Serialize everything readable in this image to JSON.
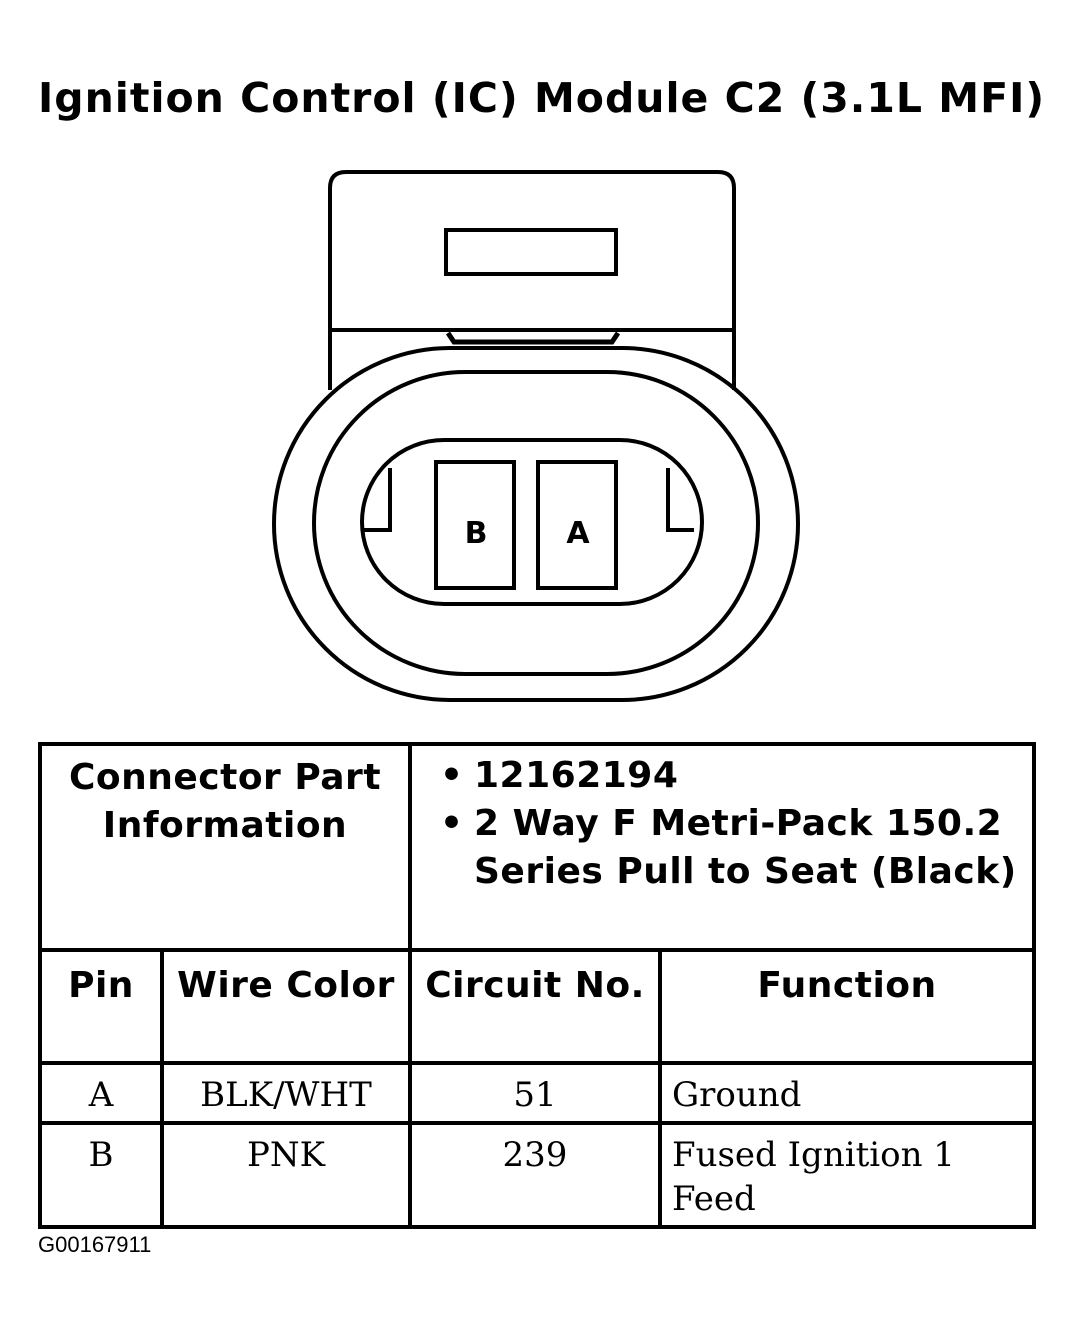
{
  "title": "Ignition Control (IC) Module C2 (3.1L MFI)",
  "connector": {
    "pins": [
      "B",
      "A"
    ]
  },
  "table": {
    "part_info_label": "Connector Part Information",
    "part_info_items": [
      "12162194",
      "2 Way F Metri-Pack 150.2 Series Pull to Seat (Black)"
    ],
    "headers": {
      "pin": "Pin",
      "wire_color": "Wire Color",
      "circuit": "Circuit No.",
      "function": "Function"
    },
    "rows": [
      {
        "pin": "A",
        "wire_color": "BLK/WHT",
        "circuit": "51",
        "function": "Ground"
      },
      {
        "pin": "B",
        "wire_color": "PNK",
        "circuit": "239",
        "function": "Fused Ignition 1 Feed"
      }
    ]
  },
  "figure_id": "G00167911"
}
